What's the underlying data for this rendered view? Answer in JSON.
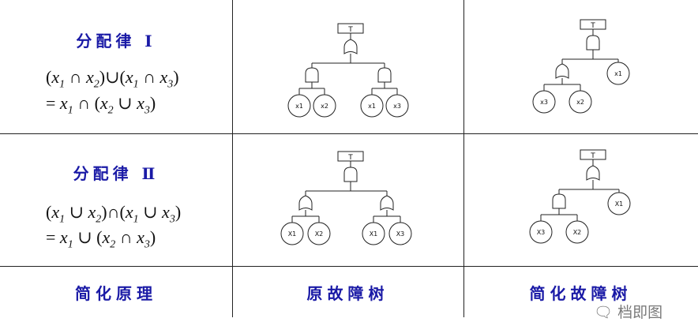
{
  "colors": {
    "heading": "#1a1aa6",
    "line": "#222222",
    "text": "#111111"
  },
  "law1": {
    "title": "分配律 Ⅰ",
    "formula_line1": [
      "(",
      "x",
      "1",
      " ∩ ",
      "x",
      "2",
      ")∪(",
      "x",
      "1",
      " ∩ ",
      "x",
      "3",
      ")"
    ],
    "formula_line2": [
      "= ",
      "x",
      "1",
      " ∩ (",
      "x",
      "2",
      " ∪ ",
      "x",
      "3",
      ")"
    ]
  },
  "law2": {
    "title": "分配律 Ⅱ",
    "formula_line1": [
      "(",
      "x",
      "1",
      " ∪ ",
      "x",
      "2",
      ")∩(",
      "x",
      "1",
      " ∪ ",
      "x",
      "3",
      ")"
    ],
    "formula_line2": [
      "= ",
      "x",
      "1",
      " ∪ (",
      "x",
      "2",
      " ∩ ",
      "x",
      "3",
      ")"
    ]
  },
  "footer": {
    "col1": "简化原理",
    "col2": "原故障树",
    "col3": "简化故障树"
  },
  "trees": {
    "top_event": "T",
    "row1_original": {
      "top_gate": "or",
      "left_gate": "and",
      "right_gate": "and",
      "left_events": [
        "x1",
        "x2"
      ],
      "right_events": [
        "x1",
        "x3"
      ]
    },
    "row1_simplified": {
      "top_gate": "and",
      "sub_gate": "or",
      "sub_events": [
        "x3",
        "x2"
      ],
      "side_event": "x1"
    },
    "row2_original": {
      "top_gate": "and",
      "left_gate": "or",
      "right_gate": "or",
      "left_events": [
        "X1",
        "X2"
      ],
      "right_events": [
        "X1",
        "X3"
      ]
    },
    "row2_simplified": {
      "top_gate": "or",
      "sub_gate": "and",
      "sub_events": [
        "X3",
        "X2"
      ],
      "side_event": "X1"
    }
  },
  "watermark": "档即图"
}
